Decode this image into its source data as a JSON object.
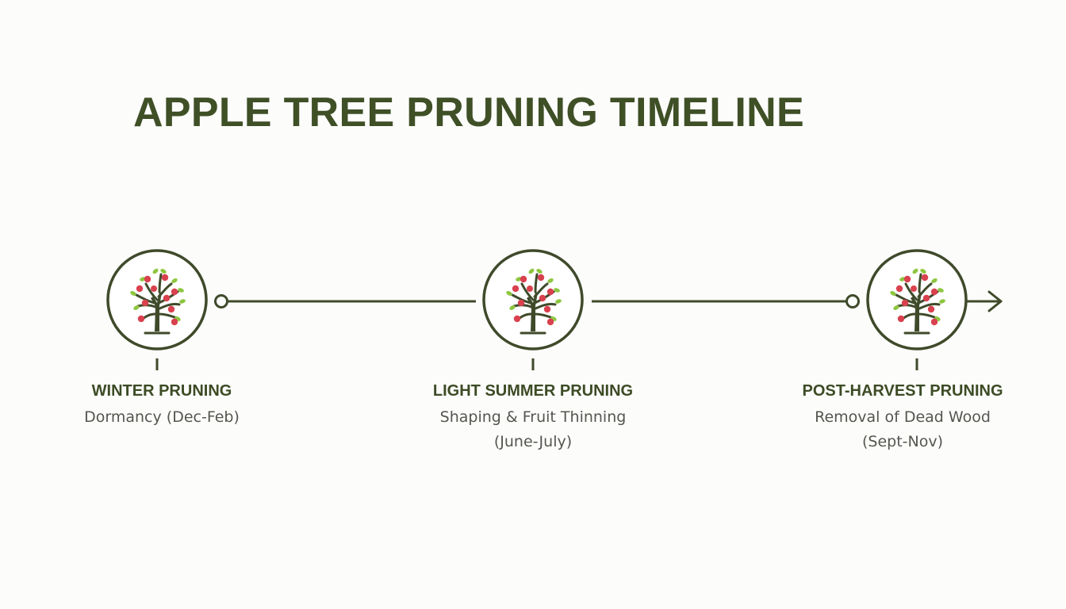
{
  "title": "APPLE TREE PRUNING TIMELINE",
  "colors": {
    "primary": "#3f4f26",
    "line": "#3f4a2a",
    "apple": "#d9414e",
    "leaf": "#8dc63f",
    "text": "#55564f",
    "background": "#fcfcfb"
  },
  "stages": [
    {
      "name": "WINTER PRUNING",
      "description": "Dormancy (Dec-Feb)",
      "icon": "apple-tree-icon"
    },
    {
      "name": "LIGHT SUMMER PRUNING",
      "description": "Shaping & Fruit Thinning\n(June-July)",
      "icon": "apple-tree-icon"
    },
    {
      "name": "POST-HARVEST PRUNING",
      "description": "Removal of Dead Wood\n(Sept-Nov)",
      "icon": "apple-tree-icon"
    }
  ]
}
